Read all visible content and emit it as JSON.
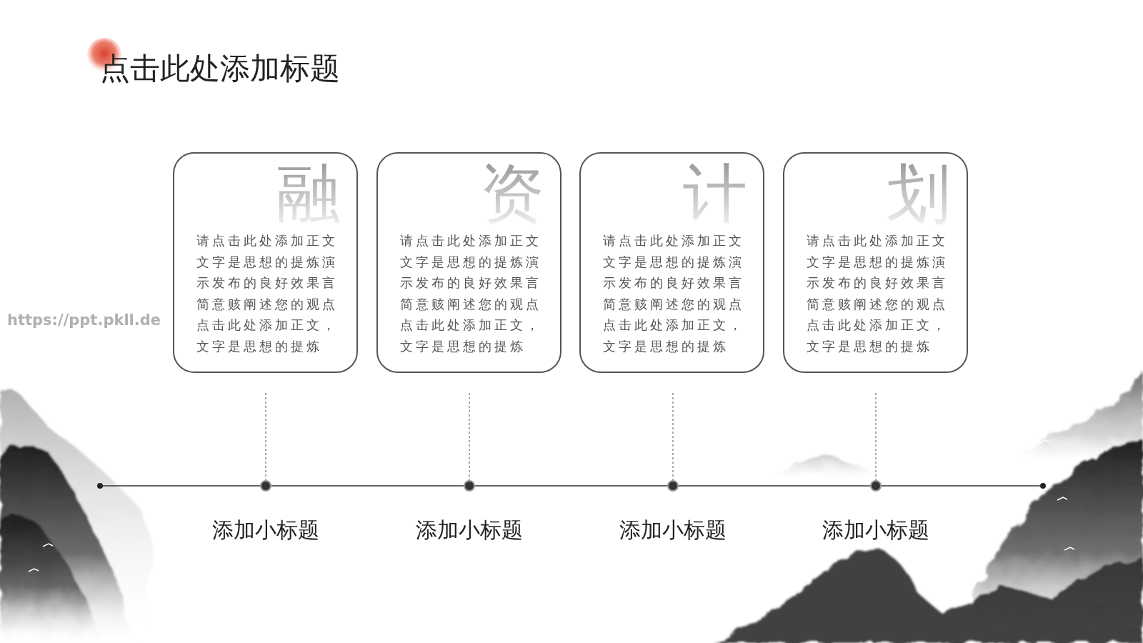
{
  "diagram": {
    "title": "点击此处添加标题",
    "nodes": [
      {
        "text": [
          "融",
          "请点击此处添加正文文字是思想的提炼演示发布的良好效果言简意赅阐述您的观点点击此处添加正文，文字是思想的提炼"
        ]
      },
      {
        "text": [
          "资",
          "请点击此处添加正文文字是思想的提炼演示发布的良好效果言简意赅阐述您的观点点击此处添加正文，文字是思想的提炼"
        ]
      },
      {
        "text": [
          "计",
          "请点击此处添加正文文字是思想的提炼演示发布的良好效果言简意赅阐述您的观点点击此处添加正文，文字是思想的提炼"
        ]
      },
      {
        "text": [
          "划",
          "请点击此处添加正文文字是思想的提炼演示发布的良好效果言简意赅阐述您的观点点击此处添加正文，文字是思想的提炼"
        ]
      }
    ],
    "labels": [
      "添加小标题",
      "添加小标题",
      "添加小标题",
      "添加小标题",
      "https://ppt.pkll.de"
    ]
  }
}
